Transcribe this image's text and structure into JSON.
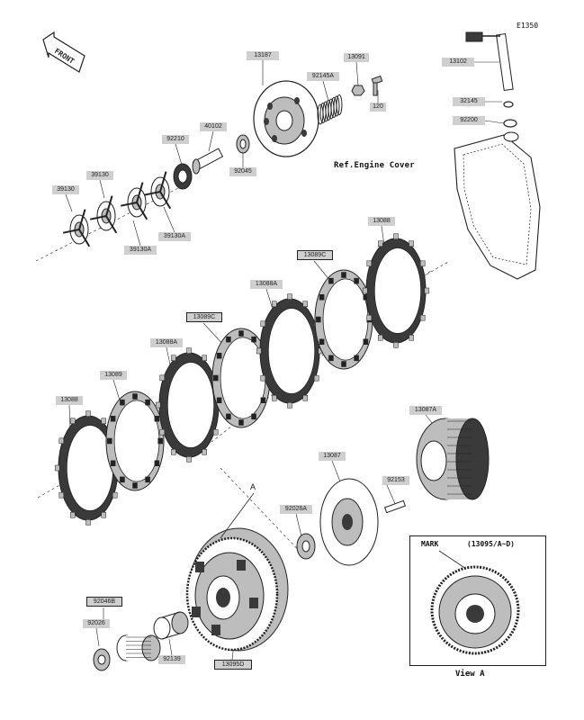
{
  "diagram_id": "E1350",
  "front_label": "FRONT",
  "ref_label": "Ref.Engine Cover",
  "callout": "A",
  "view_a": {
    "mark_label": "MARK",
    "mark_part": "(13095/A~D)",
    "caption": "View A"
  },
  "parts": [
    {
      "label": "13187"
    },
    {
      "label": "13091"
    },
    {
      "label": "92145A"
    },
    {
      "label": "120"
    },
    {
      "label": "13102"
    },
    {
      "label": "32145"
    },
    {
      "label": "92200"
    },
    {
      "label": "40102"
    },
    {
      "label": "92210"
    },
    {
      "label": "92045"
    },
    {
      "label": "39130"
    },
    {
      "label": "39130"
    },
    {
      "label": "39130A"
    },
    {
      "label": "39130A"
    },
    {
      "label": "13088"
    },
    {
      "label": "13089C"
    },
    {
      "label": "13088A"
    },
    {
      "label": "13089C"
    },
    {
      "label": "13088A"
    },
    {
      "label": "13089"
    },
    {
      "label": "13088"
    },
    {
      "label": "13087A"
    },
    {
      "label": "13087"
    },
    {
      "label": "92153"
    },
    {
      "label": "92026A"
    },
    {
      "label": "92046B"
    },
    {
      "label": "92026"
    },
    {
      "label": "92139"
    },
    {
      "label": "13095D"
    }
  ],
  "colors": {
    "ink": "#222222",
    "label_bg": "#cfcfcf",
    "part_fill": "#bdbdbd",
    "dark_fill": "#3a3a3a"
  }
}
